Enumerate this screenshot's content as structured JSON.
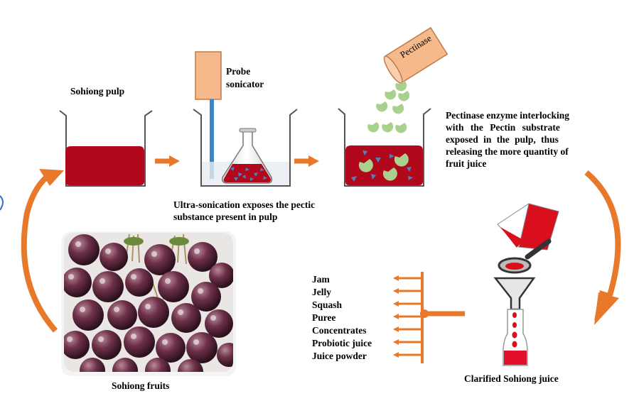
{
  "labels": {
    "pulp": "Sohiong pulp",
    "probe_line1": "Probe",
    "probe_line2": "sonicator",
    "sonication_line1": "Ultra-sonication exposes the pectic",
    "sonication_line2": "substance present in pulp",
    "pectinase_bag": "Pectinase",
    "enzyme_line1": "Pectinase enzyme interlocking",
    "enzyme_line2": "with the Pectin substrate",
    "enzyme_line3": "exposed in the pulp, thus",
    "enzyme_line4": "releasing the more quantity of",
    "enzyme_line5": "fruit juice",
    "juice": "Clarified Sohiong juice",
    "fruits": "Sohiong fruits"
  },
  "products": [
    "Jam",
    "Jelly",
    "Squash",
    "Puree",
    "Concentrates",
    "Probiotic juice",
    "Juice powder"
  ],
  "colors": {
    "pulp": "#b1081b",
    "arrow": "#e8792b",
    "probe_body": "#f5b98b",
    "probe_rod": "#3a86c8",
    "enzyme": "#a9d18e",
    "substrate_triangle": "#4f81bd",
    "fruit": "#5b2a3c"
  }
}
